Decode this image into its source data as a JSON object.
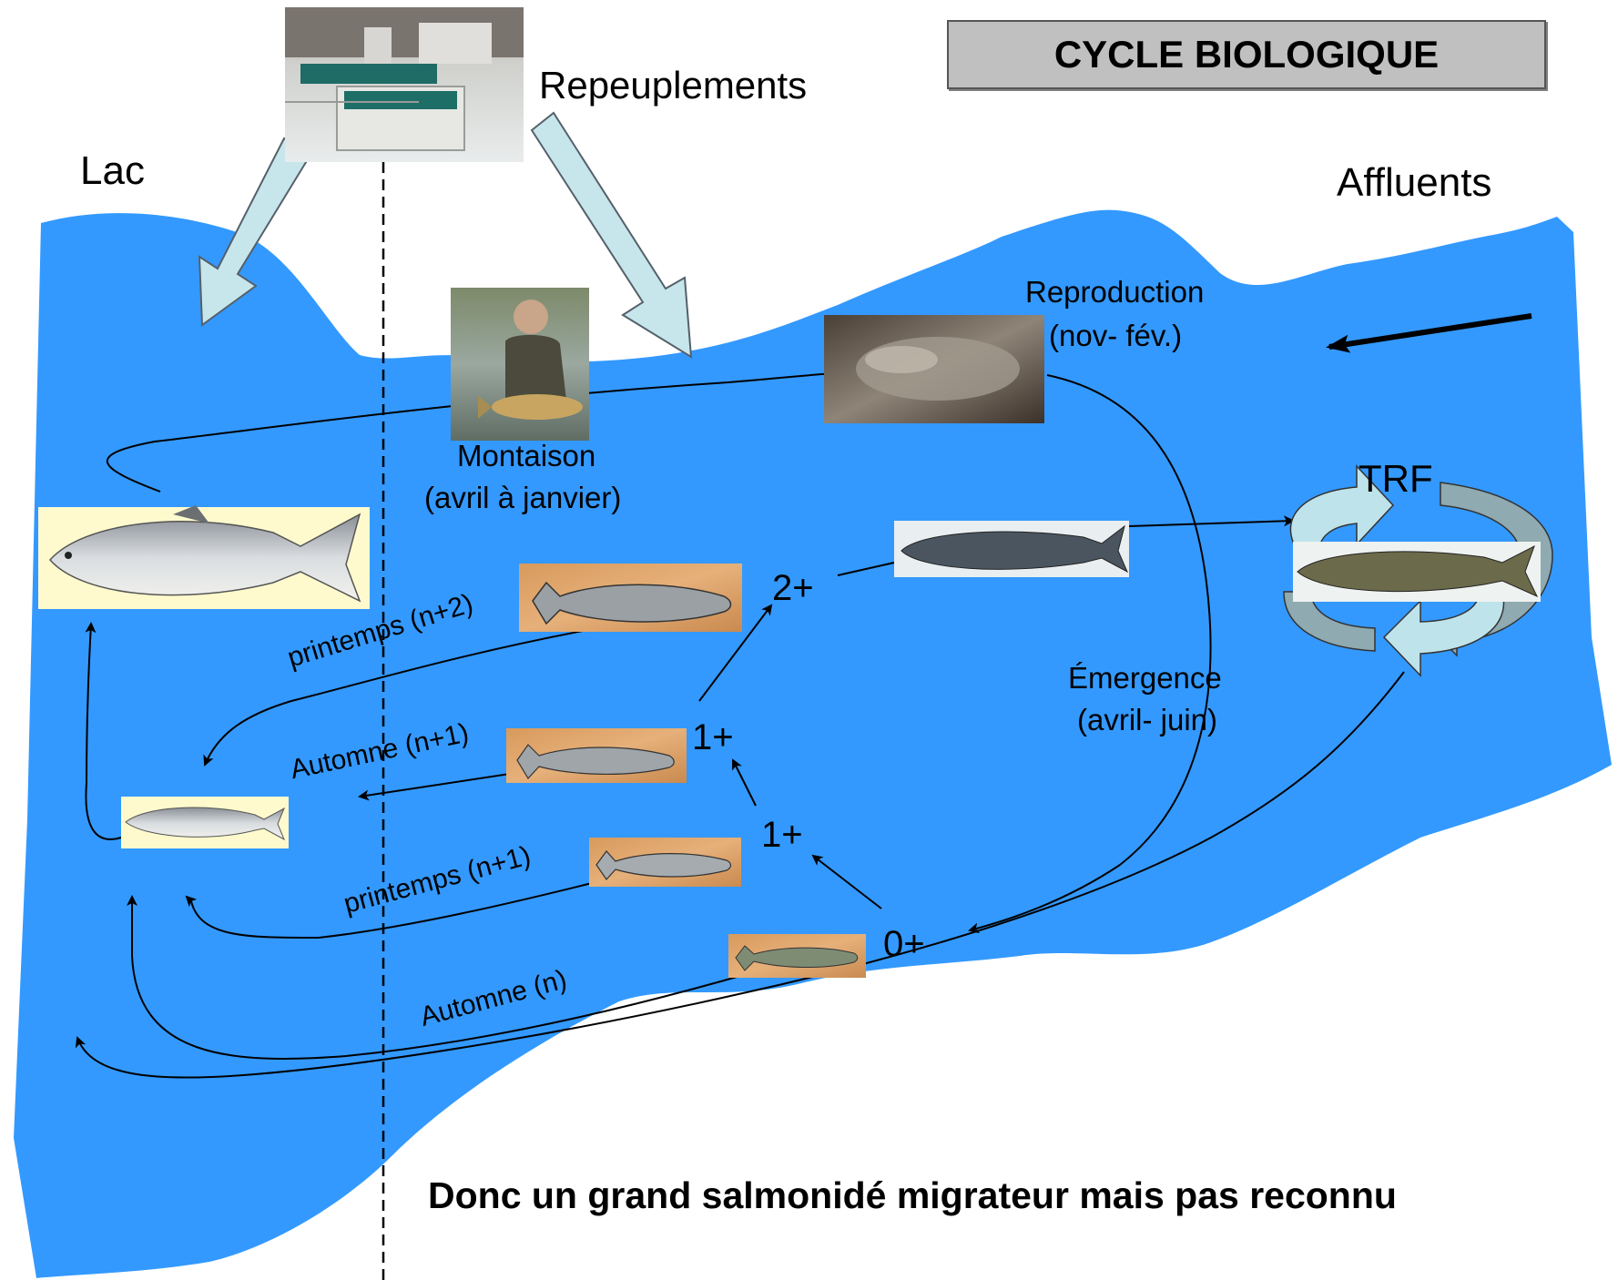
{
  "title": "CYCLE BIOLOGIQUE",
  "labels": {
    "lac": "Lac",
    "affluents": "Affluents",
    "repeuplements": "Repeuplements",
    "reproduction_title": "Reproduction",
    "reproduction_period": "(nov- fév.)",
    "montaison_title": "Montaison",
    "montaison_period": "(avril à janvier)",
    "emergence_title": "Émergence",
    "emergence_period": "(avril- juin)",
    "trf": "TRF",
    "age_2plus": "2+",
    "age_1plus_top": "1+",
    "age_1plus_bottom": "1+",
    "age_0plus": "0+",
    "printemps_n2": "printemps (n+2)",
    "automne_n1": "Automne (n+1)",
    "printemps_n1": "printemps (n+1)",
    "automne_n": "Automne (n)"
  },
  "conclusion": "Donc un grand salmonidé migrateur mais pas reconnu",
  "colors": {
    "water": "#3399ff",
    "pale_arrow": "#c7e6ec",
    "title_box": "#c0c0c0",
    "trf_arrow_light": "#bfe3ea",
    "trf_arrow_gray": "#8faab0"
  }
}
